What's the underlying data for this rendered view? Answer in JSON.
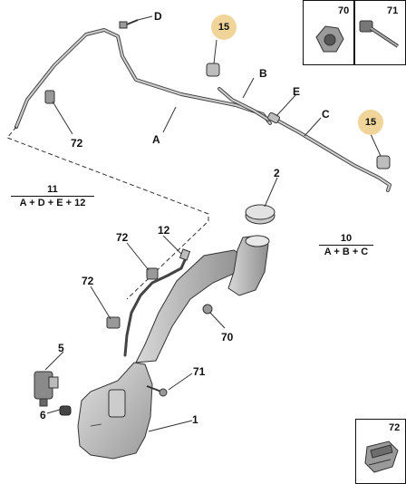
{
  "callouts": {
    "d": "D",
    "b": "B",
    "e": "E",
    "c": "C",
    "a": "A",
    "p72_top": "72",
    "p72_mid": "72",
    "p72_low": "72",
    "p15_left": "15",
    "p15_right": "15",
    "p2": "2",
    "p12": "12",
    "p70": "70",
    "p71": "71",
    "p5": "5",
    "p6": "6",
    "p1": "1"
  },
  "groups": {
    "g11": {
      "number": "11",
      "formula": "A + D + E + 12"
    },
    "g10": {
      "number": "10",
      "formula": "A + B + C"
    }
  },
  "insets": {
    "nut": "70",
    "bolt": "71",
    "clip": "72"
  },
  "colors": {
    "badge": "#f0d49a",
    "part_fill": "#bdbdbd",
    "line": "#333333"
  }
}
